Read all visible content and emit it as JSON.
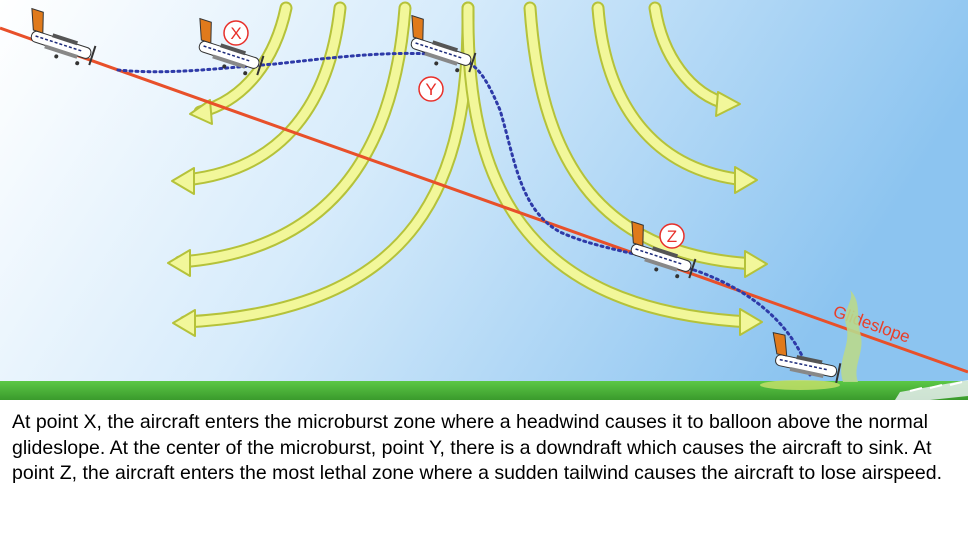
{
  "diagram": {
    "points": [
      {
        "id": "X",
        "label": "X"
      },
      {
        "id": "Y",
        "label": "Y"
      },
      {
        "id": "Z",
        "label": "Z"
      }
    ],
    "glideslope_label": "Glideslope",
    "colors": {
      "sky_top": "#8cc4f0",
      "sky_bottom": "#ffffff",
      "ground": "#4fb63c",
      "glideslope": "#e8502a",
      "wind_arrow": "#f2f79a",
      "wind_outline": "#b5c23a",
      "flight_path": "#2e3aa8",
      "point_marker": "#e8302a"
    }
  },
  "caption": {
    "text": "At point X, the aircraft enters the microburst zone where a headwind causes it to balloon above the normal glideslope. At the center of the microburst, point Y, there is a downdraft which causes the aircraft to sink. At point Z, the aircraft enters the most lethal zone where a sudden tailwind causes the aircraft to lose airspeed."
  }
}
